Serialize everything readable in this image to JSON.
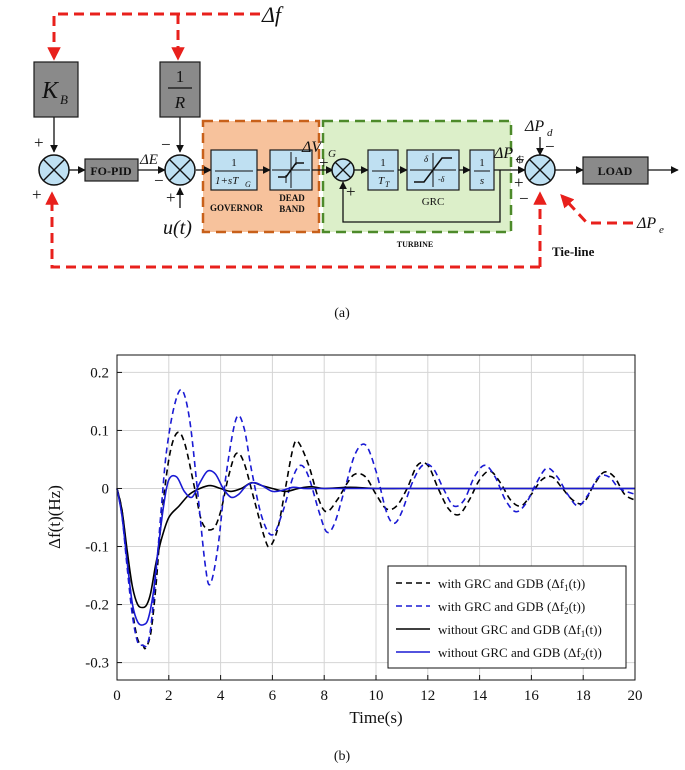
{
  "diagram": {
    "caption": "(a)",
    "blocks": {
      "kb": "K",
      "kb_sub": "B",
      "r_num": "1",
      "r_den": "R",
      "fopid": "FO-PID",
      "gov_num": "1",
      "gov_den": "1+sT",
      "gov_den_sub": "G",
      "gov_label": "GOVERNOR",
      "db_label1": "DEAD",
      "db_label2": "BAND",
      "tt_num": "1",
      "tt_den": "T",
      "tt_den_sub": "T",
      "grc_label": "GRC",
      "grc_d_top": "δ",
      "grc_d_bot": "-δ",
      "int_num": "1",
      "int_den": "s",
      "load": "LOAD",
      "turbine_label": "TURBINE",
      "tieline": "Tie-line"
    },
    "signals": {
      "df": "Δf",
      "de": "ΔE",
      "dvg_pre": "ΔV",
      "dvg_sub": "G",
      "dpg_pre": "ΔP",
      "dpg_sub": "G",
      "dpd_pre": "ΔP",
      "dpd_sub": "d",
      "dpe_pre": "ΔP",
      "dpe_sub": "e",
      "ut": "u(t)"
    },
    "signs": {
      "plus": "+",
      "minus": "−"
    }
  },
  "chart_data": {
    "type": "line",
    "caption": "(b)",
    "xlabel": "Time(s)",
    "ylabel": "Δf(t)(Hz)",
    "xlim": [
      0,
      20
    ],
    "ylim": [
      -0.33,
      0.23
    ],
    "xticks": [
      0,
      2,
      4,
      6,
      8,
      10,
      12,
      14,
      16,
      18,
      20
    ],
    "yticks": [
      -0.3,
      -0.2,
      -0.1,
      0,
      0.1,
      0.2
    ],
    "ytick_labels": [
      "-0.3",
      "-0.2",
      "-0.1",
      "0",
      "0.1",
      "0.2"
    ],
    "grid": true,
    "legend_position": "bottom-right",
    "series": [
      {
        "name": "with GRC and GDB (Δf1(t))",
        "legend_pre": "with GRC and GDB (Δf",
        "legend_sub": "1",
        "legend_post": "(t))",
        "color": "#000000",
        "dashed": true,
        "x": [
          0,
          0.2,
          0.4,
          0.6,
          0.8,
          1.0,
          1.1,
          1.3,
          1.5,
          1.7,
          2.0,
          2.3,
          2.6,
          3.0,
          3.3,
          3.7,
          4.0,
          4.3,
          4.6,
          4.9,
          5.3,
          5.7,
          5.9,
          6.2,
          6.5,
          6.8,
          7.0,
          7.4,
          7.8,
          8.1,
          8.5,
          8.9,
          9.2,
          9.6,
          10.0,
          10.4,
          10.8,
          11.2,
          11.6,
          12.0,
          12.4,
          12.8,
          13.2,
          13.6,
          14.0,
          14.4,
          14.8,
          15.2,
          15.6,
          16.0,
          16.4,
          16.8,
          17.2,
          17.6,
          18.0,
          18.4,
          18.8,
          19.2,
          19.6,
          20.0
        ],
        "y": [
          0,
          -0.04,
          -0.12,
          -0.21,
          -0.26,
          -0.27,
          -0.275,
          -0.25,
          -0.17,
          -0.06,
          0.05,
          0.095,
          0.08,
          0.0,
          -0.06,
          -0.07,
          -0.04,
          0.02,
          0.06,
          0.045,
          -0.02,
          -0.085,
          -0.1,
          -0.07,
          0.0,
          0.07,
          0.08,
          0.04,
          -0.02,
          -0.04,
          -0.02,
          0.01,
          0.025,
          0.02,
          -0.01,
          -0.035,
          -0.03,
          0.0,
          0.04,
          0.04,
          0.0,
          -0.035,
          -0.045,
          -0.02,
          0.015,
          0.03,
          0.01,
          -0.02,
          -0.03,
          -0.01,
          0.015,
          0.02,
          0.0,
          -0.02,
          -0.025,
          0.005,
          0.028,
          0.02,
          -0.01,
          -0.02
        ]
      },
      {
        "name": "with GRC and GDB (Δf2(t))",
        "legend_pre": "with GRC and GDB (Δf",
        "legend_sub": "2",
        "legend_post": "(t))",
        "color": "#1a1ad4",
        "dashed": true,
        "x": [
          0,
          0.2,
          0.4,
          0.6,
          0.8,
          1.0,
          1.15,
          1.3,
          1.5,
          1.7,
          1.9,
          2.2,
          2.5,
          2.8,
          3.1,
          3.4,
          3.6,
          3.9,
          4.2,
          4.6,
          4.9,
          5.2,
          5.6,
          6.0,
          6.4,
          6.8,
          7.1,
          7.4,
          7.8,
          8.1,
          8.4,
          8.8,
          9.2,
          9.6,
          10.0,
          10.4,
          10.7,
          11.0,
          11.4,
          11.8,
          12.2,
          12.6,
          13.0,
          13.4,
          13.8,
          14.2,
          14.6,
          15.0,
          15.4,
          15.8,
          16.2,
          16.6,
          17.0,
          17.4,
          17.8,
          18.2,
          18.6,
          19.0,
          19.4,
          20.0
        ],
        "y": [
          0,
          -0.05,
          -0.14,
          -0.22,
          -0.265,
          -0.27,
          -0.27,
          -0.24,
          -0.15,
          -0.04,
          0.06,
          0.14,
          0.17,
          0.12,
          0.0,
          -0.13,
          -0.165,
          -0.1,
          0.02,
          0.12,
          0.105,
          0.03,
          -0.05,
          -0.08,
          -0.04,
          0.02,
          0.04,
          0.02,
          -0.04,
          -0.075,
          -0.06,
          0.0,
          0.06,
          0.075,
          0.03,
          -0.04,
          -0.06,
          -0.04,
          0.01,
          0.04,
          0.035,
          0.0,
          -0.03,
          -0.02,
          0.02,
          0.04,
          0.02,
          -0.02,
          -0.04,
          -0.025,
          0.01,
          0.035,
          0.02,
          -0.01,
          -0.03,
          -0.01,
          0.02,
          0.02,
          0.0,
          -0.01
        ]
      },
      {
        "name": "without GRC and GDB (Δf1(t))",
        "legend_pre": "without GRC and GDB (Δf",
        "legend_sub": "1",
        "legend_post": "(t))",
        "color": "#000000",
        "dashed": false,
        "x": [
          0,
          0.2,
          0.4,
          0.6,
          0.8,
          1.0,
          1.15,
          1.3,
          1.5,
          1.7,
          2.0,
          2.4,
          2.8,
          3.2,
          3.6,
          4.0,
          4.4,
          4.8,
          5.2,
          5.6,
          6.0,
          6.5,
          7.0,
          7.5,
          8.0,
          9.0,
          10.0,
          11.0,
          12.0,
          14.0,
          16.0,
          18.0,
          20.0
        ],
        "y": [
          0,
          -0.04,
          -0.11,
          -0.17,
          -0.2,
          -0.205,
          -0.2,
          -0.18,
          -0.13,
          -0.09,
          -0.05,
          -0.03,
          -0.01,
          0.0,
          0.005,
          0.0,
          -0.005,
          0.0,
          0.01,
          0.005,
          0.0,
          -0.005,
          0.0,
          0.003,
          0.0,
          0.002,
          0.0,
          0.0,
          0.0,
          0.0,
          0.0,
          0.0,
          0.0
        ]
      },
      {
        "name": "without GRC and GDB (Δf2(t))",
        "legend_pre": "without GRC and GDB (Δf",
        "legend_sub": "2",
        "legend_post": "(t))",
        "color": "#1a1ad4",
        "dashed": false,
        "x": [
          0,
          0.2,
          0.4,
          0.6,
          0.8,
          1.0,
          1.2,
          1.4,
          1.6,
          1.8,
          2.0,
          2.3,
          2.6,
          2.9,
          3.2,
          3.5,
          3.8,
          4.1,
          4.4,
          4.7,
          5.0,
          5.3,
          5.6,
          6.0,
          6.4,
          6.8,
          7.2,
          7.6,
          8.0,
          9.0,
          10.0,
          11.0,
          12.0,
          14.0,
          16.0,
          18.0,
          20.0
        ],
        "y": [
          0,
          -0.05,
          -0.13,
          -0.2,
          -0.23,
          -0.235,
          -0.225,
          -0.18,
          -0.1,
          -0.03,
          0.015,
          0.02,
          -0.005,
          -0.015,
          0.01,
          0.03,
          0.025,
          0.0,
          -0.015,
          -0.01,
          0.005,
          0.01,
          0.005,
          -0.005,
          -0.003,
          0.002,
          0.0,
          0.0,
          0.0,
          0.0,
          0.0,
          0.0,
          0.0,
          0.0,
          0.0,
          0.0,
          0.0
        ]
      }
    ]
  }
}
